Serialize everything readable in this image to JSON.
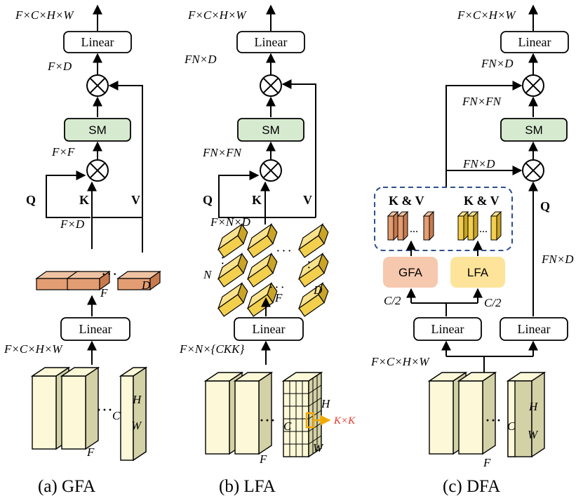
{
  "panels": {
    "gfa": {
      "caption": "(a) GFA",
      "output_dim": "F×C×H×W",
      "linear_top": "Linear",
      "dim_fd_top": "F×D",
      "softmax": "SM",
      "dim_ff": "F×F",
      "q": "Q",
      "k": "K",
      "v": "V",
      "dim_fd": "F×D",
      "token_f": "F",
      "token_d": "D",
      "linear_bottom": "Linear",
      "input_dim": "F×C×H×W",
      "frame_c": "C",
      "frame_h": "H",
      "frame_w": "W",
      "frame_f": "F"
    },
    "lfa": {
      "caption": "(b) LFA",
      "output_dim": "F×C×H×W",
      "linear_top": "Linear",
      "dim_fnd_top": "FN×D",
      "softmax": "SM",
      "dim_fnfn": "FN×FN",
      "q": "Q",
      "k": "K",
      "v": "V",
      "dim_fnd": "F×N×D",
      "token_n": "N",
      "token_f": "F",
      "token_d": "D",
      "linear_bottom": "Linear",
      "input_dim": "F×N×{CKK}",
      "frame_c": "C",
      "frame_h": "H",
      "frame_w": "W",
      "frame_f": "F",
      "patch": "K×K"
    },
    "dfa": {
      "caption": "(c) DFA",
      "output_dim": "F×C×H×W",
      "linear_top": "Linear",
      "dim_fnd_top": "FN×D",
      "dim_fnfn": "FN×FN",
      "softmax": "SM",
      "dim_fnd_mid": "FN×D",
      "q": "Q",
      "kv_left": "K & V",
      "kv_right": "K & V",
      "gfa_label": "GFA",
      "lfa_label": "LFA",
      "half_left": "C/2",
      "half_right": "C/2",
      "dim_fnd_right": "FN×D",
      "linear_left": "Linear",
      "linear_right": "Linear",
      "input_dim": "F×C×H×W",
      "frame_c": "C",
      "frame_h": "H",
      "frame_w": "W",
      "frame_f": "F"
    }
  },
  "colors": {
    "frame_fill": "#fdf9d8",
    "frame_side": "#d3d1a6",
    "gfa_token_front": "#e39d72",
    "gfa_token_side": "#c87a4f",
    "gfa_token_top": "#efc3a2",
    "lfa_token_front": "#f3cf4e",
    "lfa_token_side": "#c9a427",
    "lfa_token_top": "#f8e28c",
    "softmax_fill": "#d6ead0",
    "gfa_box": "#f6c8ae",
    "lfa_box": "#fde49a",
    "dashed_border": "#2c4f8f",
    "patch_arrow": "#f2a900",
    "patch_text": "#e5342b"
  }
}
